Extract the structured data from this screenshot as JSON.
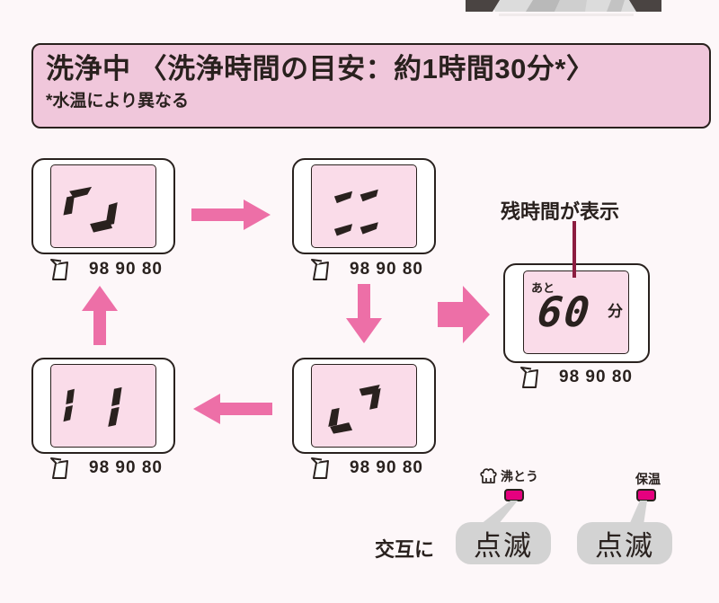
{
  "header": {
    "title": "洗浄中 〈洗浄時間の目安：約1時間30分*〉",
    "note": "*水温により異なる"
  },
  "lcd": {
    "water_scale": "98 90 80",
    "frames": [
      {
        "id": "frame-1",
        "pattern": "corner segments: top-left and bottom-right"
      },
      {
        "id": "frame-2",
        "pattern": "horizontal dash segments"
      },
      {
        "id": "frame-3",
        "pattern": "corner segments: top-right and bottom-left"
      },
      {
        "id": "frame-4",
        "pattern": "vertical bar segments"
      }
    ],
    "remaining": {
      "callout": "残時間が表示",
      "prefix": "あと",
      "value": "60",
      "unit": "分"
    }
  },
  "indicators": {
    "alternate": "交互に",
    "boil_label": "沸とう",
    "keep_warm_label": "保温",
    "blink": "点滅"
  },
  "icons": {
    "water_gauge": "water-gauge-icon",
    "steam": "steam-icon"
  },
  "colors": {
    "header_bg": "#f0c7db",
    "screen_bg": "#fadce9",
    "arrow_pink": "#ed6fa7",
    "led_magenta": "#e5007f",
    "callout_line": "#8c1d40",
    "bubble_gray": "#d3d3d3"
  }
}
